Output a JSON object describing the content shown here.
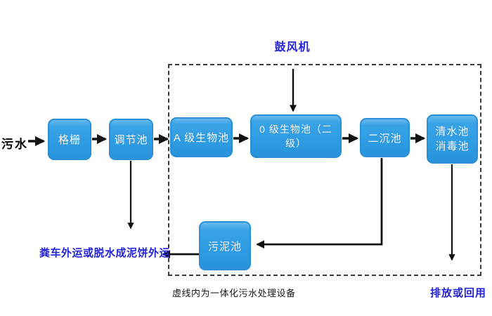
{
  "diagram": {
    "source_label": "污水",
    "blower_label": "鼓风机",
    "sludge_out_label": "粪车外运或脱水成泥饼外运",
    "discharge_label": "排放或回用",
    "caption": "虚线内为一体化污水处理设备",
    "colors": {
      "box_fill": "#2e9ce3",
      "box_border": "#2a8fd4",
      "box_text": "#ffffff",
      "accent_text": "#2222dd",
      "line": "#111111"
    },
    "nodes": [
      {
        "id": "grid",
        "label": "格栅"
      },
      {
        "id": "regulating-tank",
        "label": "调节池"
      },
      {
        "id": "a-bio-tank",
        "label": "A 级生物池"
      },
      {
        "id": "o-bio-tank",
        "label": "0 级生物池（二级）"
      },
      {
        "id": "secondary-sedimentation-tank",
        "label": "二沉池"
      },
      {
        "id": "clear-water-tank",
        "label_line1": "清水池",
        "label_line2": "消毒池"
      },
      {
        "id": "sludge-tank",
        "label": "污泥池"
      }
    ]
  }
}
